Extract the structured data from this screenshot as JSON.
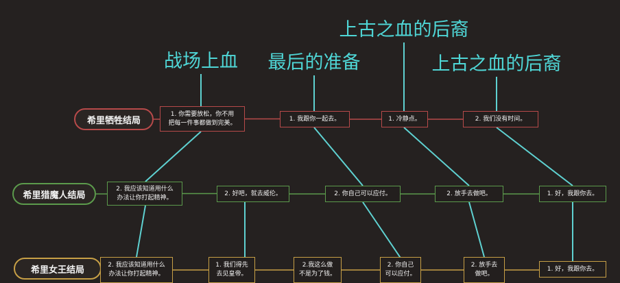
{
  "colors": {
    "background": "#252120",
    "heading": "#4fd6d6",
    "connector": "#5fd2d2",
    "row1": "#b84a4a",
    "row2": "#5c9b4c",
    "row3": "#c8a046"
  },
  "headings": [
    "战场上血",
    "最后的准备",
    "上古之血的后裔",
    "上古之血的后裔"
  ],
  "rows": [
    {
      "ending": "希里牺牲结局",
      "options": [
        "1. 你需要放松，你不用\n把每一件事都做到完美。",
        "1. 我跟你一起去。",
        "1. 冷静点。",
        "2. 我们没有时间。"
      ]
    },
    {
      "ending": "希里猎魔人结局",
      "options": [
        "2. 我应该知道用什么\n办法让你打起精神。",
        "2. 好吧，就去威伦。",
        "2. 你自己可以应付。",
        "2. 放手去做吧。",
        "1. 好，我跟你去。"
      ]
    },
    {
      "ending": "希里女王结局",
      "options": [
        "2. 我应该知道用什么\n办法让你打起精神。",
        "1. 我们得先\n去见皇帝。",
        "2.我这么做\n不是为了钱。",
        "2. 你自己\n可以应付。",
        "2. 放手去\n做吧。",
        "1. 好，我跟你去。"
      ]
    }
  ]
}
